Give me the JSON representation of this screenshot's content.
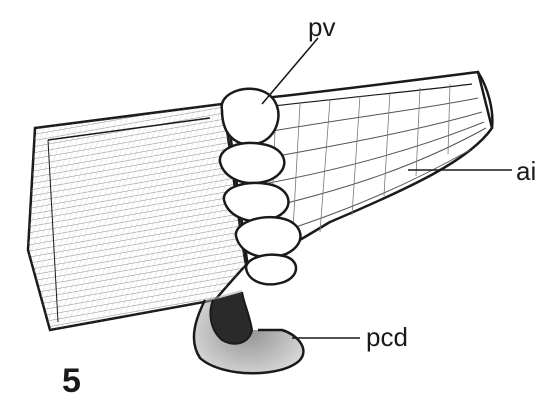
{
  "figure": {
    "number": "5",
    "labels": {
      "pv": "pv",
      "ai": "ai",
      "pcd": "pcd"
    },
    "colors": {
      "ink": "#1a1a1a",
      "paper": "#ffffff",
      "shading": "#9a9a9a",
      "dark_fill": "#2a2a2a"
    }
  }
}
